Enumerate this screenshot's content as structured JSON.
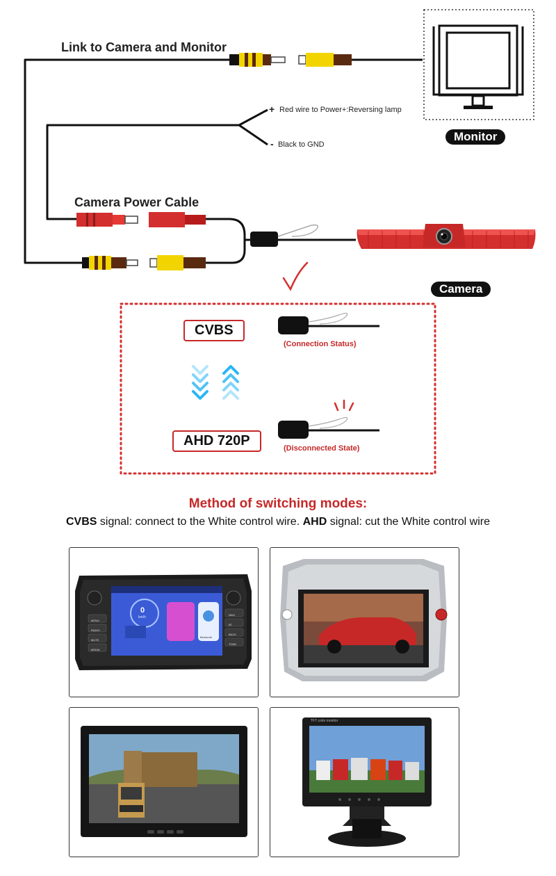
{
  "labels": {
    "link": "Link to Camera and Monitor",
    "power_cable": "Camera Power Cable",
    "red_wire": "Red wire to Power+:Reversing lamp",
    "black_wire": "Black to GND",
    "plus": "+",
    "minus": "-",
    "monitor": "Monitor",
    "camera": "Camera"
  },
  "modes": {
    "cvbs": "CVBS",
    "ahd": "AHD 720P",
    "connected": "(Connection Status)",
    "disconnected": "(Disconnected State)"
  },
  "method": {
    "title": "Method of switching modes:",
    "cvbs_key": "CVBS",
    "cvbs_text": " signal: connect to the White control wire. ",
    "ahd_key": "AHD",
    "ahd_text": " signal: cut the White control wire"
  },
  "head_unit": {
    "speed": "0",
    "unit": "km/h",
    "bluetooth": "Bluetooth",
    "buttons_left": [
      "MENU",
      "RADIO",
      "MUTE",
      "MEDIA"
    ],
    "buttons_right": [
      "NAVI",
      "BT",
      "BACK",
      "TONE"
    ]
  },
  "tft": {
    "caption": "TFT color monitor"
  },
  "colors": {
    "accent": "#c62828",
    "rca_yellow": "#f2d500",
    "rca_brown": "#5a2a10",
    "power_red": "#d32f2f"
  }
}
